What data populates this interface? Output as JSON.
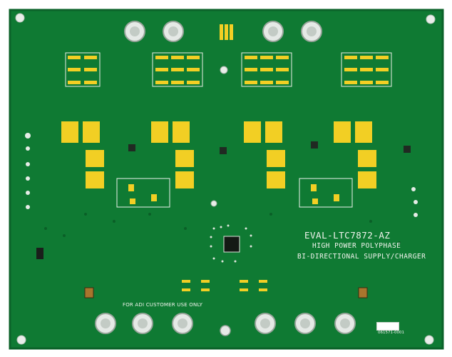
{
  "board": {
    "model": "EVAL-LTC7872-AZ",
    "subtitle_line1": "HIGH POWER POLYPHASE",
    "subtitle_line2": "BI-DIRECTIONAL SUPPLY/CHARGER",
    "note": "FOR ADI CUSTOMER USE ONLY",
    "serial": "061571-0001"
  },
  "colors": {
    "pcb": "#0f7a33",
    "pcb_dark": "#0a5f27",
    "pad": "#f2cf24",
    "silk": "#f2f4ee",
    "metal": "#d8ddd9"
  }
}
